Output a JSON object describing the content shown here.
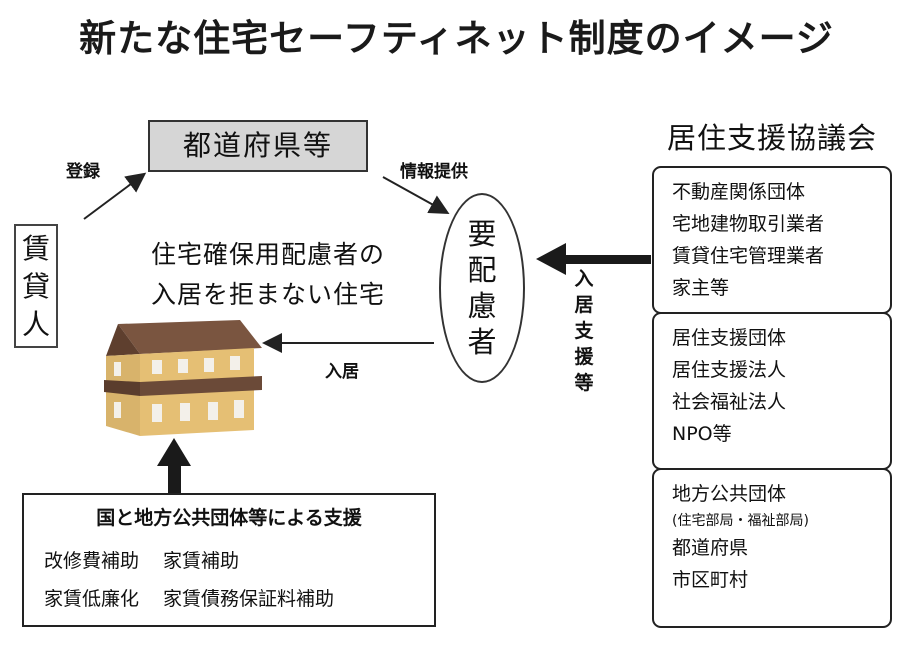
{
  "title": "新たな住宅セーフティネット制度のイメージ",
  "prefectures": "都道府県等",
  "landlord": [
    "賃",
    "貸",
    "人"
  ],
  "person_needing_care": [
    "要",
    "配",
    "慮",
    "者"
  ],
  "arrows": {
    "register": "登録",
    "info": "情報提供",
    "move_in": "入居",
    "assist": [
      "入",
      "居",
      "支",
      "援",
      "等"
    ]
  },
  "housing_label": [
    "住宅確保用配慮者の",
    "入居を拒まない住宅"
  ],
  "support": {
    "title": "国と地方公共団体等による支援",
    "line1": "改修費補助 家賃補助",
    "line2": "家賃低廉化 家賃債務保証料補助"
  },
  "council": {
    "title": "居住支援協議会",
    "group1": [
      "不動産関係団体",
      "宅地建物取引業者",
      "賃貸住宅管理業者",
      "家主等"
    ],
    "group2": [
      "居住支援団体",
      "居住支援法人",
      "社会福祉法人",
      "NPO等"
    ],
    "group3": {
      "heading": "地方公共団体",
      "sub": "(住宅部局・福祉部局)",
      "items": [
        "都道府県",
        "市区町村"
      ]
    }
  }
}
